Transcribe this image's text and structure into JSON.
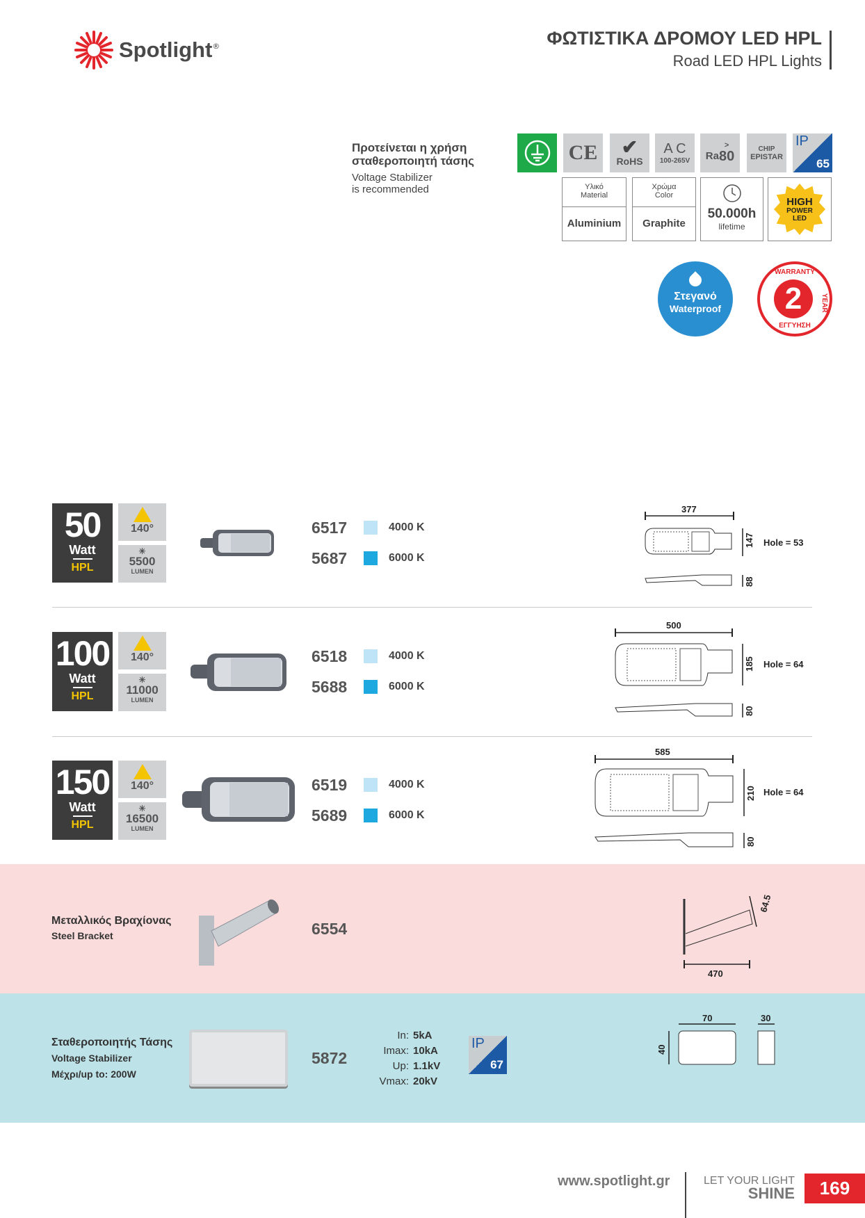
{
  "header": {
    "brand": "Spotlight",
    "title": "ΦΩΤΙΣΤΙΚΑ ΔΡΟΜΟΥ LED HPL",
    "subtitle": "Road LED HPL Lights"
  },
  "notice": {
    "greek": [
      "Προτείνεται η χρήση",
      "σταθεροποιητή τάσης"
    ],
    "english": [
      "Voltage Stabilizer",
      "is recommended"
    ]
  },
  "badges": {
    "ce": "CE",
    "rohs": "RoHS",
    "ac": "A C",
    "ac_range": "100-265V",
    "ra_sym": ">",
    "ra": "Ra",
    "ra_val": "80",
    "chip": "CHIP",
    "epistar": "EPISTAR",
    "ip": "IP",
    "ip_val": "65"
  },
  "specs": {
    "material_label": [
      "Υλικό",
      "Material"
    ],
    "material": "Aluminium",
    "color_label": [
      "Χρώμα",
      "Color"
    ],
    "color": "Graphite",
    "lifetime": "50.000h",
    "lifetime_label": "lifetime",
    "high": "HIGH",
    "power": "POWER",
    "led": "LED"
  },
  "stamps": {
    "waterproof_gr": "Στεγανό",
    "waterproof_en": "Waterproof",
    "warranty": "WARRANTY",
    "years": "2",
    "year": "YEAR",
    "egguisi": "ΕΓΓΥΗΣΗ"
  },
  "products": [
    {
      "watt": "50",
      "unit": "Watt",
      "type": "HPL",
      "angle": "140°",
      "lumen": "5500",
      "lumen_label": "LUMEN",
      "codes": [
        {
          "code": "6517",
          "k": "4000 K",
          "color": "#bfe4f7"
        },
        {
          "code": "5687",
          "k": "6000 K",
          "color": "#1ea8e0"
        }
      ],
      "width": "377",
      "height": "147",
      "depth": "88",
      "hole": "Hole = 53"
    },
    {
      "watt": "100",
      "unit": "Watt",
      "type": "HPL",
      "angle": "140°",
      "lumen": "11000",
      "lumen_label": "LUMEN",
      "codes": [
        {
          "code": "6518",
          "k": "4000 K",
          "color": "#bfe4f7"
        },
        {
          "code": "5688",
          "k": "6000 K",
          "color": "#1ea8e0"
        }
      ],
      "width": "500",
      "height": "185",
      "depth": "80",
      "hole": "Hole = 64"
    },
    {
      "watt": "150",
      "unit": "Watt",
      "type": "HPL",
      "angle": "140°",
      "lumen": "16500",
      "lumen_label": "LUMEN",
      "codes": [
        {
          "code": "6519",
          "k": "4000 K",
          "color": "#bfe4f7"
        },
        {
          "code": "5689",
          "k": "6000 K",
          "color": "#1ea8e0"
        }
      ],
      "width": "585",
      "height": "210",
      "depth": "80",
      "hole": "Hole = 64"
    }
  ],
  "bracket": {
    "title_gr": "Μεταλλικός Βραχίονας",
    "title_en": "Steel Bracket",
    "code": "6554",
    "dia": "64.5",
    "length": "470"
  },
  "stabilizer": {
    "title_gr": "Σταθεροποιητής Τάσης",
    "title_en": "Voltage Stabilizer",
    "max": "Μέχρι/up to: 200W",
    "code": "5872",
    "specs": [
      {
        "k": "In:",
        "v": "5kA"
      },
      {
        "k": "Imax:",
        "v": "10kA"
      },
      {
        "k": "Up:",
        "v": "1.1kV"
      },
      {
        "k": "Vmax:",
        "v": "20kV"
      }
    ],
    "ip": "IP",
    "ip_val": "67",
    "dim_w": "70",
    "dim_h": "40",
    "dim_d": "30"
  },
  "footer": {
    "url": "www.spotlight.gr",
    "slogan1": "LET YOUR LIGHT",
    "slogan2": "SHINE",
    "page": "169"
  }
}
